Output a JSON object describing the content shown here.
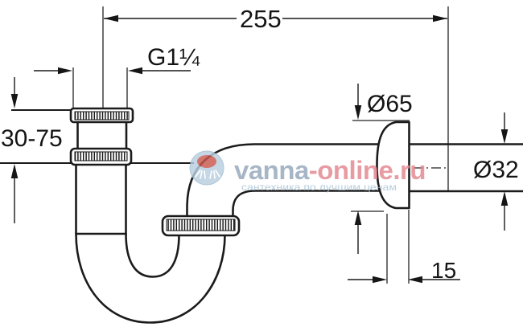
{
  "dimensions": {
    "overall_length": "255",
    "thread_size": "G1¼",
    "adjustment_range": "30-75",
    "escutcheon_diameter": "Ø65",
    "outlet_diameter": "Ø32",
    "escutcheon_depth": "15"
  },
  "watermark": {
    "brand_primary": "vanna",
    "brand_secondary": "-online.ru",
    "tagline": "сантехника по лучшим ценам"
  },
  "colors": {
    "line": "#1b1b1b",
    "background": "#ffffff",
    "brand_primary_color": "#93a7ba",
    "brand_secondary_color": "#e2868e",
    "tagline_color": "#a9c4d6",
    "logo_circle": "#b9cfdf",
    "logo_glyph": "#c9574e"
  }
}
